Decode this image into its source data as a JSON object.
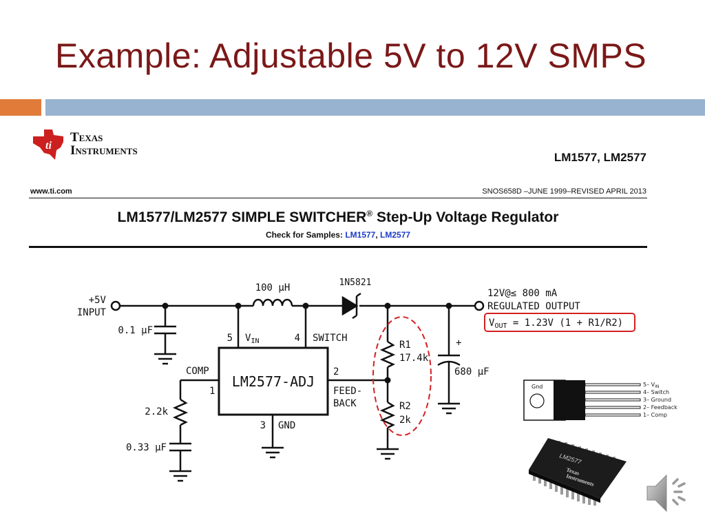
{
  "slide": {
    "title": "Example: Adjustable 5V to 12V SMPS"
  },
  "header": {
    "company_line1": "Texas",
    "company_line2": "Instruments",
    "part_numbers": "LM1577, LM2577",
    "website": "www.ti.com",
    "doc_revision": "SNOS658D –JUNE 1999–REVISED APRIL 2013",
    "doc_title": "LM1577/LM2577 SIMPLE SWITCHER",
    "doc_title_mark": "®",
    "doc_title_tail": " Step-Up Voltage Regulator",
    "samples_prefix": "Check for Samples: ",
    "sample_link_1": "LM1577",
    "sample_sep": ", ",
    "sample_link_2": "LM2577"
  },
  "schematic": {
    "input_voltage": "+5V",
    "input_label": "INPUT",
    "input_cap": "0.1 µF",
    "inductor": "100 µH",
    "diode": "1N5821",
    "output_line1": "12V@≤ 800 mA",
    "output_line2": "REGULATED OUTPUT",
    "formula": "V_OUT = 1.23V (1 + R1/R2)",
    "formula_v": "V",
    "formula_sub": "OUT",
    "formula_rest": " = 1.23V (1 + R1/R2)",
    "ic_name": "LM2577-ADJ",
    "pin5": "5",
    "pin5_name": "V",
    "pin5_sub": "IN",
    "pin4": "4",
    "pin4_name": "SWITCH",
    "pin2": "2",
    "pin2_name_1": "FEED-",
    "pin2_name_2": "BACK",
    "pin1": "1",
    "pin1_name": "COMP",
    "pin3": "3",
    "pin3_name": "GND",
    "r1": "R1",
    "r1_value": "17.4k",
    "r2": "R2",
    "r2_value": "2k",
    "cout_polarity": "+",
    "cout": "680 µF",
    "comp_r": "2.2k",
    "comp_c": "0.33 µF"
  },
  "package_pinout": {
    "tab_label": "Gnd",
    "pins": [
      "5– V",
      "4– Switch",
      "3– Ground",
      "2– Feedback",
      "1– Comp"
    ],
    "pin5_sub": "IN"
  },
  "chip_photo": {
    "part": "LM2577",
    "brand_1": "Texas",
    "brand_2": "Instruments"
  },
  "colors": {
    "title": "#7b1818",
    "accent_orange": "#e07b39",
    "accent_blue": "#98b3cf",
    "ti_red": "#cc1f1f",
    "highlight_red": "#d42020",
    "link_blue": "#1a3cc8"
  },
  "icons": {
    "audio": "speaker-icon",
    "logo": "ti-logo-icon"
  }
}
